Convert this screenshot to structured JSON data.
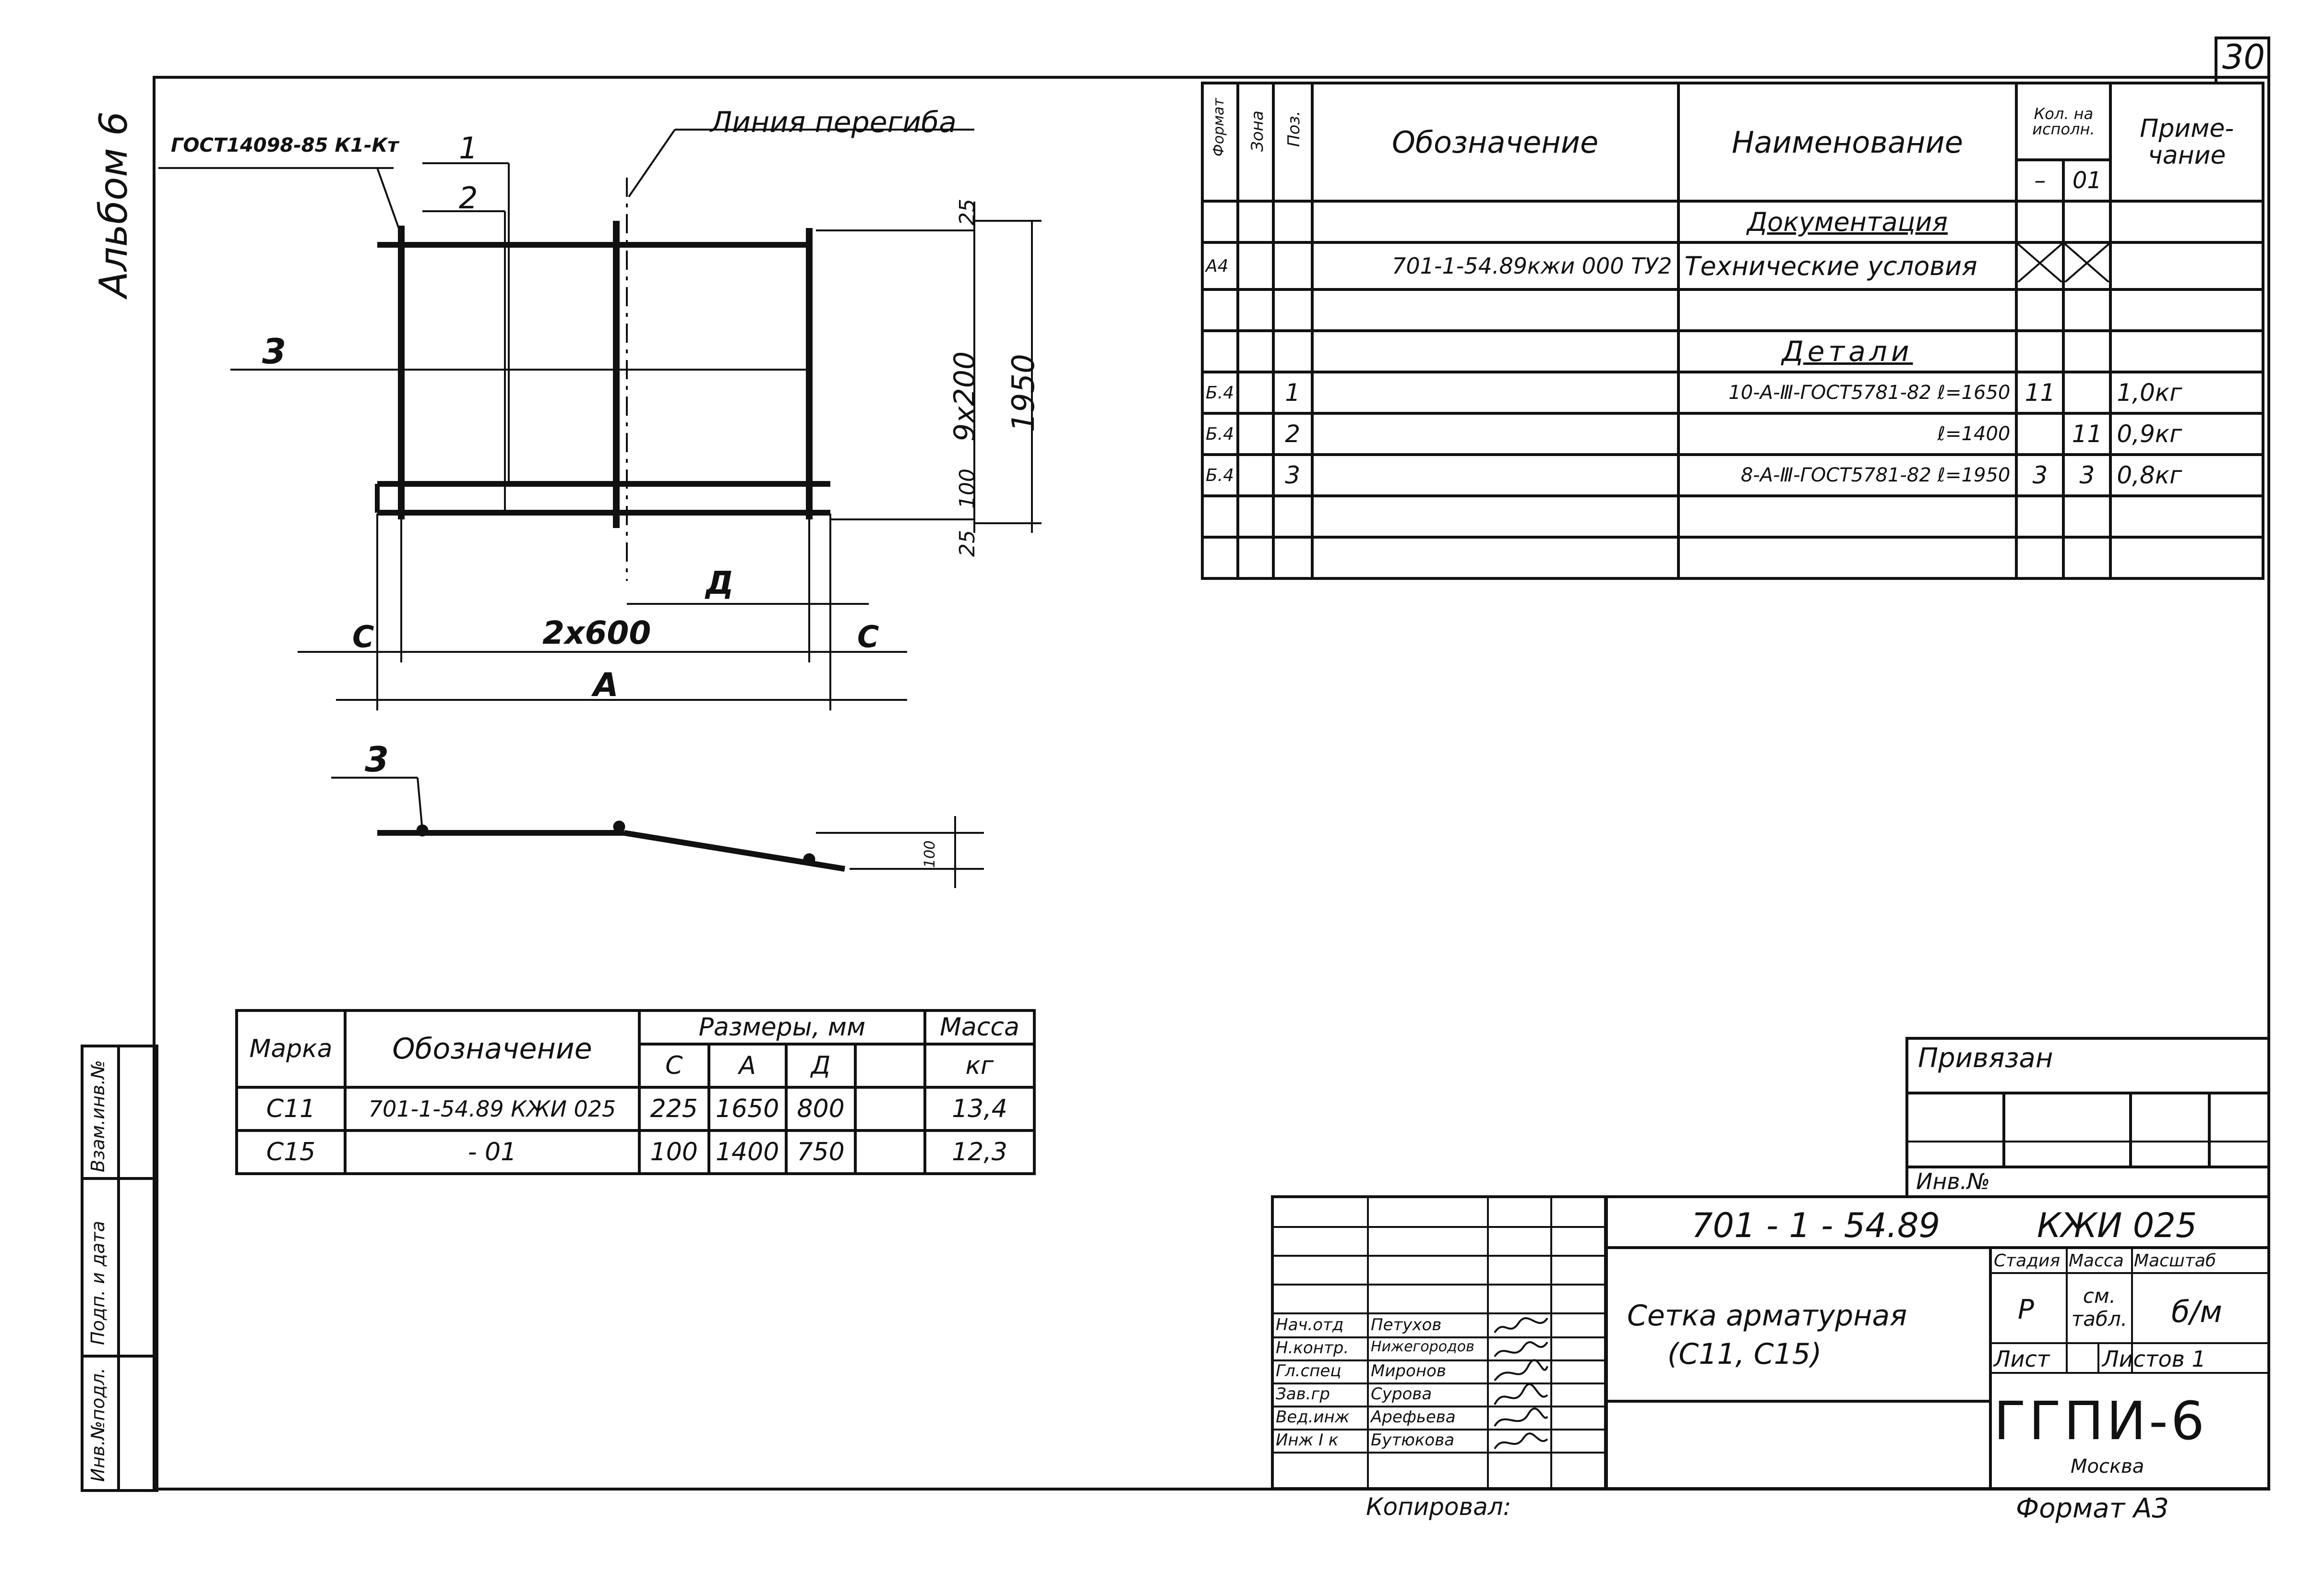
{
  "sheet_number": "30",
  "album_label": "Альбом 6",
  "drawing": {
    "gost_ref": "ГОСТ14098-85 К1-Кт",
    "bend_line": "Линия перегиба",
    "pos1": "1",
    "pos2": "2",
    "pos3": "3",
    "pos3_side": "3",
    "dim_25_top": "25",
    "dim_9x200": "9х200",
    "dim_1950": "1950",
    "dim_100": "100",
    "dim_25_bottom": "25",
    "dim_d": "Д",
    "dim_c_left": "С",
    "dim_c_right": "С",
    "dim_2x600": "2х600",
    "dim_a": "А",
    "dim_side": "100"
  },
  "spec": {
    "headers": {
      "format": "Формат",
      "zone": "Зона",
      "pos": "Поз.",
      "designation": "Обозначение",
      "name": "Наименование",
      "qty": "Кол. на исполн.",
      "qty_a": "–",
      "qty_b": "01",
      "note": "Приме-чание"
    },
    "section_docs": "Документация",
    "doc_row": {
      "format": "А4",
      "designation": "701-1-54.89кжи 000 ТУ2",
      "name": "Технические условия"
    },
    "section_details": "Детали",
    "rows": [
      {
        "format": "Б.4",
        "pos": "1",
        "name": "10-А-Ⅲ-ГОСТ5781-82 ℓ=1650",
        "qa": "11",
        "qb": "",
        "note": "1,0кг"
      },
      {
        "format": "Б.4",
        "pos": "2",
        "name": "ℓ=1400",
        "qa": "",
        "qb": "11",
        "note": "0,9кг"
      },
      {
        "format": "Б.4",
        "pos": "3",
        "name": "8-А-Ⅲ-ГОСТ5781-82 ℓ=1950",
        "qa": "3",
        "qb": "3",
        "note": "0,8кг"
      }
    ]
  },
  "marks": {
    "headers": {
      "mark": "Марка",
      "designation": "Обозначение",
      "sizes": "Размеры, мм",
      "c": "С",
      "a": "А",
      "d": "Д",
      "mass": "Масса",
      "kg": "кг"
    },
    "rows": [
      {
        "mark": "С11",
        "designation": "701-1-54.89 КЖИ 025",
        "c": "225",
        "a": "1650",
        "d": "800",
        "mass": "13,4"
      },
      {
        "mark": "С15",
        "designation": "- 01",
        "c": "100",
        "a": "1400",
        "d": "750",
        "mass": "12,3"
      }
    ]
  },
  "privyazan": {
    "title": "Привязан",
    "inv": "Инв.№"
  },
  "side_stamp": {
    "a": "Инв.№подл.",
    "b": "Подп. и дата",
    "c": "Взам.инв.№"
  },
  "title_block": {
    "code": "701 - 1 - 54.89",
    "code_suffix": "КЖИ 025",
    "staff": [
      {
        "role": "Нач.отд",
        "name": "Петухов"
      },
      {
        "role": "Н.контр.",
        "name": "Нижегородов"
      },
      {
        "role": "Гл.спец",
        "name": "Миронов"
      },
      {
        "role": "Зав.гр",
        "name": "Сурова"
      },
      {
        "role": "Вед.инж",
        "name": "Арефьева"
      },
      {
        "role": "Инж I к",
        "name": "Бутюкова"
      }
    ],
    "title": "Сетка арматурная",
    "subtitle": "(С11, С15)",
    "stage_h": "Стадия",
    "mass_h": "Масса",
    "scale_h": "Масштаб",
    "stage": "Р",
    "mass": "см. табл.",
    "scale": "б/м",
    "sheet_h": "Лист",
    "sheets_h": "Листов 1",
    "org": "ГГПИ-6",
    "city": "Москва"
  },
  "copied_by": "Копировал:",
  "format": "Формат А3"
}
